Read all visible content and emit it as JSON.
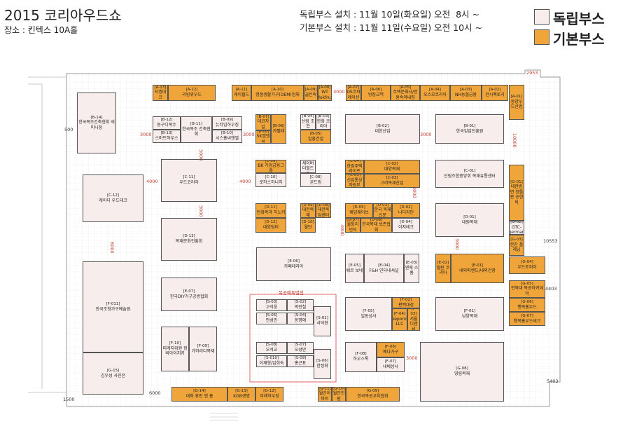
{
  "header": {
    "title": "2015 코리아우드쇼",
    "venue": "장소 : 킨텍스 10A홀",
    "schedule_independent": "독립부스 설치 : 11월 10일(화요일) 오전  8시 ~",
    "schedule_basic": "기본부스 설치 : 11월 11일(수요일) 오전 10시 ~"
  },
  "legend": {
    "independent_label": "독립부스",
    "basic_label": "기본부스",
    "independent_color": "#f7eded",
    "basic_color": "#f0a53a"
  },
  "colors": {
    "grid": "#e6e6e6",
    "wall": "#999999",
    "dimension": "#c0392b",
    "special_zone": "#e06666"
  },
  "special_zone_label": "목공예특별전",
  "dimensions": [
    "2953",
    "3000",
    "500",
    "3000",
    "3000",
    "3000",
    "4000",
    "4000",
    "3000",
    "3000",
    "6000",
    "10000",
    "10553",
    "4403",
    "3000",
    "3000",
    "5403",
    "6000",
    "1500",
    "3000",
    "3000"
  ],
  "booths": [
    {
      "id": "[A-13]",
      "name": "지엠데크",
      "type": "basic"
    },
    {
      "id": "[A-12]",
      "name": "리빙위우드",
      "type": "basic"
    },
    {
      "id": "[A-11]",
      "name": "케이월드",
      "type": "basic"
    },
    {
      "id": "[A-10]",
      "name": "명품생활가구(OEM)업체",
      "type": "basic"
    },
    {
      "id": "[A-09]",
      "name": "골든락",
      "type": "basic"
    },
    {
      "id": "[A-08]",
      "name": "WT Mokfrup",
      "type": "basic"
    },
    {
      "id": "[A-07]",
      "name": "DS코퍼레이션",
      "type": "basic"
    },
    {
      "id": "[A-06]",
      "name": "방장교역",
      "type": "basic"
    },
    {
      "id": "[A-05]",
      "name": "주택문화사/전원속의내집",
      "type": "basic"
    },
    {
      "id": "[A-04]",
      "name": "오스모코리아",
      "type": "basic"
    },
    {
      "id": "[A-03]",
      "name": "NH농협금융",
      "type": "basic"
    },
    {
      "id": "[A-02]",
      "name": "전시팩토리",
      "type": "basic"
    },
    {
      "id": "[A-01]",
      "name": "동양우드산업",
      "type": "basic"
    },
    {
      "id": "[B-14]",
      "name": "한국목조건축협회 세미나장",
      "type": "independent"
    },
    {
      "id": "[B-12]",
      "name": "동구디목수",
      "type": "independent"
    },
    {
      "id": "[B-13]",
      "name": "스마트하우스",
      "type": "independent"
    },
    {
      "id": "[B-11]",
      "name": "한국목조 건축협회",
      "type": "independent"
    },
    {
      "id": "[B-09]",
      "name": "뉴타임하우징",
      "type": "independent"
    },
    {
      "id": "[B-10]",
      "name": "시스홈씨앤엘",
      "type": "independent"
    },
    {
      "id": "[B-07]",
      "name": "데코자일",
      "type": "basic"
    },
    {
      "id": "[B-08]",
      "name": "SK엠앤씨",
      "type": "basic"
    },
    {
      "id": "[B-06]",
      "name": "카펠레",
      "type": "basic"
    },
    {
      "id": "[B-04]",
      "name": "산림 조합",
      "type": "independent"
    },
    {
      "id": "[B-03]",
      "name": "한화 코리아",
      "type": "independent"
    },
    {
      "id": "[B-05]",
      "name": "일흥건설",
      "type": "basic"
    },
    {
      "id": "[B-02]",
      "name": "대한산업",
      "type": "independent"
    },
    {
      "id": "[B-01]",
      "name": "한국임업진흥원",
      "type": "independent"
    },
    {
      "id": "[C-11]",
      "name": "우드코리아",
      "type": "independent"
    },
    {
      "id": "[C-12]",
      "name": "케이디 우드테크",
      "type": "independent"
    },
    {
      "id": "[C-09]",
      "name": "BK 기업금융그룹",
      "type": "basic"
    },
    {
      "id": "[C-10]",
      "name": "로하스하니치",
      "type": "independent"
    },
    {
      "id": "[C-07]",
      "name": "세이버 더힐드폰",
      "type": "independent"
    },
    {
      "id": "[C-08]",
      "name": "굳드림",
      "type": "independent"
    },
    {
      "id": "[C-04]",
      "name": "한림주택 라이프",
      "type": "basic"
    },
    {
      "id": "[C-02]",
      "name": "대양목재",
      "type": "basic"
    },
    {
      "id": "[C-05]",
      "name": "신업통상 자원부",
      "type": "basic"
    },
    {
      "id": "[C-03]",
      "name": "고려목재산업",
      "type": "basic"
    },
    {
      "id": "[C-01]",
      "name": "산림조합중앙회 목재유통센터",
      "type": "independent"
    },
    {
      "id": "[D-11]",
      "name": "탄화목과 히노키",
      "type": "basic"
    },
    {
      "id": "[D-12]",
      "name": "대양팀버",
      "type": "basic"
    },
    {
      "id": "[D-09]",
      "name": "대전목재",
      "type": "basic"
    },
    {
      "id": "[D-08]",
      "name": "대전목업센터",
      "type": "basic"
    },
    {
      "id": "[D-10]",
      "name": "월단",
      "type": "basic"
    },
    {
      "id": "[D-13]",
      "name": "목재문화진흥회",
      "type": "independent"
    },
    {
      "id": "[D-05]",
      "name": "웨딩웨이브",
      "type": "basic"
    },
    {
      "id": "[D-03]",
      "name": "한국 목재신문",
      "type": "basic"
    },
    {
      "id": "[D-02]",
      "name": "나디자인",
      "type": "basic"
    },
    {
      "id": "[D-07]",
      "name": "울퉁리 언덕",
      "type": "basic"
    },
    {
      "id": "[D-06]",
      "name": "한국목재 보존협회",
      "type": "basic"
    },
    {
      "id": "[D-04]",
      "name": "이지테크",
      "type": "independent"
    },
    {
      "id": "[D-01]",
      "name": "대원목재",
      "type": "independent"
    },
    {
      "id": "[E-06]",
      "name": "카페테리아",
      "type": "independent"
    },
    {
      "id": "[E-05]",
      "name": "쉐르 보네",
      "type": "independent"
    },
    {
      "id": "[E-04]",
      "name": "F&H 인터내셔널",
      "type": "independent"
    },
    {
      "id": "[E-03]",
      "name": "엔에 스홈",
      "type": "independent"
    },
    {
      "id": "[E-02]",
      "name": "월턴 코리아",
      "type": "basic"
    },
    {
      "id": "[E-01]",
      "name": "내외퍼렌드/내외건장",
      "type": "basic"
    },
    {
      "id": "[E-07]",
      "name": "한국DIY가구공방협회",
      "type": "independent"
    },
    {
      "id": "[F-011]",
      "name": "한국조형가구예술원",
      "type": "independent"
    },
    {
      "id": "[F-10]",
      "name": "미래지위원 정비아이지키",
      "type": "independent"
    },
    {
      "id": "[F-09]",
      "name": "가하리디목재",
      "type": "independent"
    },
    {
      "id": "[F-05]",
      "name": "일동상사",
      "type": "independent"
    },
    {
      "id": "[F-02]",
      "name": "편백대성",
      "type": "basic"
    },
    {
      "id": "[F-04]",
      "name": "Geponix LLC",
      "type": "basic"
    },
    {
      "id": "[F-03]",
      "name": "서울 디엔비",
      "type": "basic"
    },
    {
      "id": "[F-01]",
      "name": "남양목재",
      "type": "independent"
    },
    {
      "id": "[F-08]",
      "name": "하우스톡",
      "type": "independent"
    },
    {
      "id": "[F-06]",
      "name": "예다가구",
      "type": "basic"
    },
    {
      "id": "[F-07]",
      "name": "내베상사",
      "type": "independent"
    },
    {
      "id": "[S-03]",
      "name": "고석웅",
      "type": "independent"
    },
    {
      "id": "[S-02]",
      "name": "박민철",
      "type": "independent"
    },
    {
      "id": "[S-01]",
      "name": "서덕현",
      "type": "independent"
    },
    {
      "id": "[S-05]",
      "name": "안성민",
      "type": "independent"
    },
    {
      "id": "[S-04]",
      "name": "동명애",
      "type": "independent"
    },
    {
      "id": "[S-08]",
      "name": "오석교",
      "type": "independent"
    },
    {
      "id": "[S-07]",
      "name": "오성만",
      "type": "independent"
    },
    {
      "id": "[S-06]",
      "name": "한정화",
      "type": "independent"
    },
    {
      "id": "[S-010]",
      "name": "이재형/임희숙",
      "type": "independent"
    },
    {
      "id": "[S-09]",
      "name": "홍근표",
      "type": "independent"
    },
    {
      "id": "[G-15]",
      "name": "김우성 사진전",
      "type": "independent"
    },
    {
      "id": "[G-14]",
      "name": "대화 휴먼 앤 홈",
      "type": "basic"
    },
    {
      "id": "[G-13]",
      "name": "KDB생명",
      "type": "basic"
    },
    {
      "id": "[G-12]",
      "name": "미래하우징",
      "type": "basic"
    },
    {
      "id": "[G-11]",
      "name": "월간아파트",
      "type": "basic"
    },
    {
      "id": "[G-10]",
      "name": "월간전원",
      "type": "basic"
    },
    {
      "id": "[G-09]",
      "name": "한국목공교육협회",
      "type": "basic"
    },
    {
      "id": "[G-08]",
      "name": "영림목재",
      "type": "independent"
    },
    {
      "id": "[G-01]",
      "name": "대한방면 창틀판 송현목",
      "type": "basic"
    },
    {
      "id": "[G-02]",
      "name": "GTC-german",
      "type": "independent"
    },
    {
      "id": "[G-03]",
      "name": "한진 플레닝",
      "type": "basic"
    },
    {
      "id": "[G-04]",
      "name": "우드토피아",
      "type": "basic"
    },
    {
      "id": "[G-05]",
      "name": "전북대 목공아카데미",
      "type": "basic"
    },
    {
      "id": "[G-06]",
      "name": "행복홈우드",
      "type": "basic"
    },
    {
      "id": "[G-07]",
      "name": "행복홈우드테크",
      "type": "basic"
    }
  ]
}
